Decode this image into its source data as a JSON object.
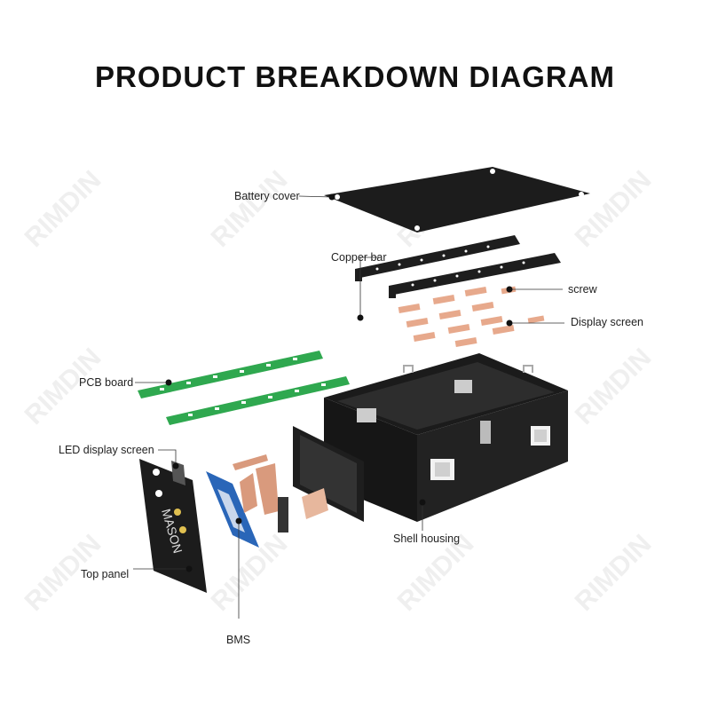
{
  "title": "PRODUCT BREAKDOWN DIAGRAM",
  "watermark": "RIMDIN",
  "panel_brand": "MASON",
  "labels": {
    "battery_cover": "Battery cover",
    "copper_bar": "Copper bar",
    "screw": "screw",
    "display_screen": "Display screen",
    "pcb_board": "PCB board",
    "led_display_screen": "LED display screen",
    "shell_housing": "Shell housing",
    "top_panel": "Top panel",
    "bms": "BMS"
  },
  "colors": {
    "text": "#222222",
    "panel": "#1c1c1c",
    "pcb_green": "#2fa84f",
    "copper": "#e7a98c",
    "watermark": "#eaeaea"
  }
}
